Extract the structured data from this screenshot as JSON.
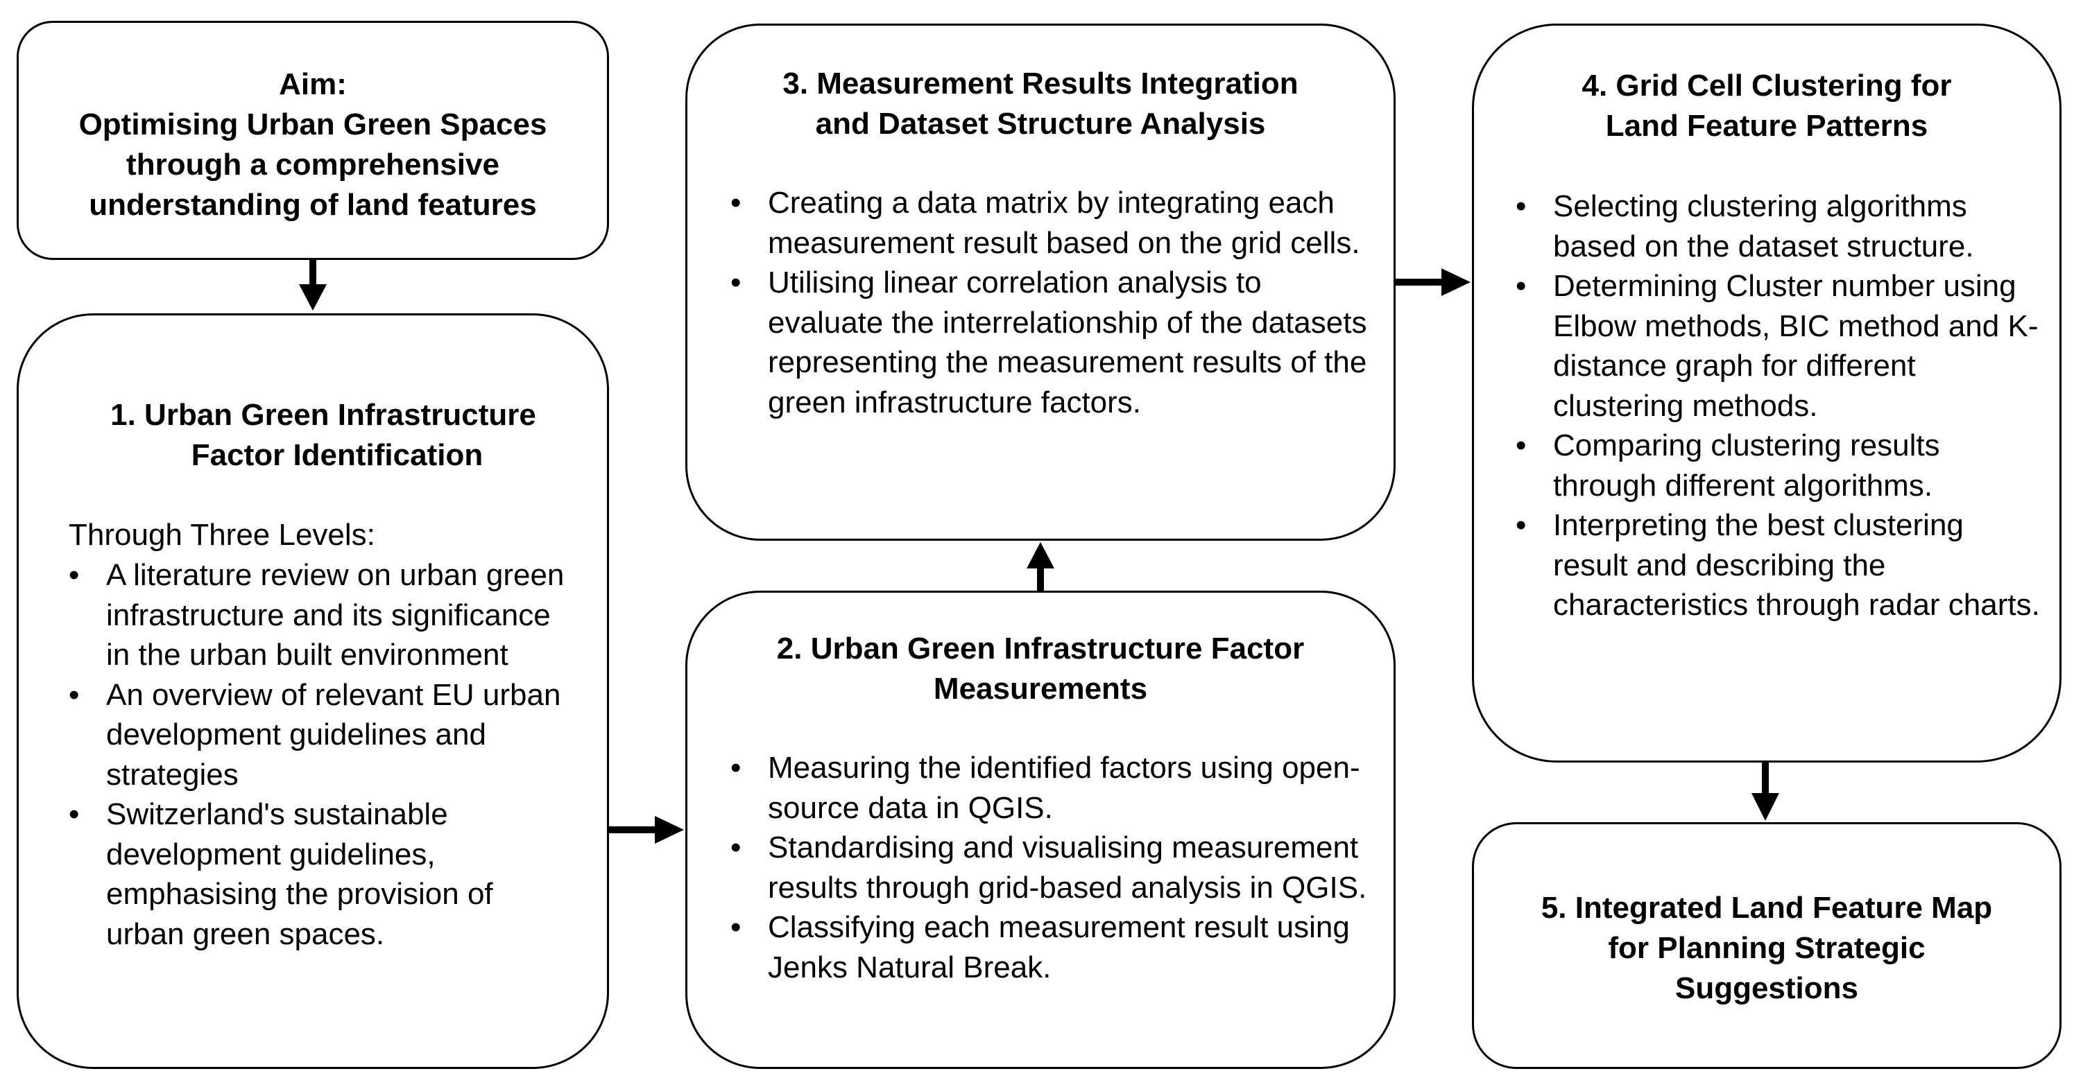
{
  "aim": {
    "lines": [
      "Aim:",
      "Optimising Urban Green Spaces",
      "through a comprehensive",
      "understanding of land features"
    ]
  },
  "step1": {
    "title_line1": "1.  Urban Green Infrastructure",
    "title_line2": "Factor Identification",
    "intro": "Through Three Levels:",
    "bullets": [
      "A literature review on urban green infrastructure and its significance in the urban built environment",
      "An overview of relevant EU urban development guidelines and strategies",
      "Switzerland's sustainable development guidelines, emphasising the provision of urban green spaces."
    ]
  },
  "step2": {
    "title_line1": "2. Urban Green Infrastructure Factor",
    "title_line2": "Measurements",
    "bullets": [
      "Measuring the identified factors using open-source data in QGIS.",
      "Standardising and visualising measurement results through grid-based analysis in QGIS.",
      "Classifying each measurement result using Jenks Natural Break."
    ]
  },
  "step3": {
    "title_line1": "3. Measurement Results Integration",
    "title_line2": "and Dataset Structure Analysis",
    "bullets": [
      "Creating a data matrix by integrating each measurement result based on the grid cells.",
      "Utilising linear correlation analysis to evaluate the interrelationship of the datasets representing the measurement results of the green infrastructure factors."
    ]
  },
  "step4": {
    "title_line1": "4. Grid Cell Clustering for",
    "title_line2": "Land Feature Patterns",
    "bullets": [
      "Selecting clustering algorithms based on the dataset structure.",
      "Determining Cluster number using Elbow methods, BIC method and K-distance graph for different clustering methods.",
      "Comparing clustering results through different algorithms.",
      "Interpreting the best clustering result and describing the characteristics through radar charts."
    ]
  },
  "step5": {
    "title_line1": "5. Integrated Land Feature Map",
    "title_line2": "for Planning Strategic",
    "title_line3": "Suggestions"
  }
}
